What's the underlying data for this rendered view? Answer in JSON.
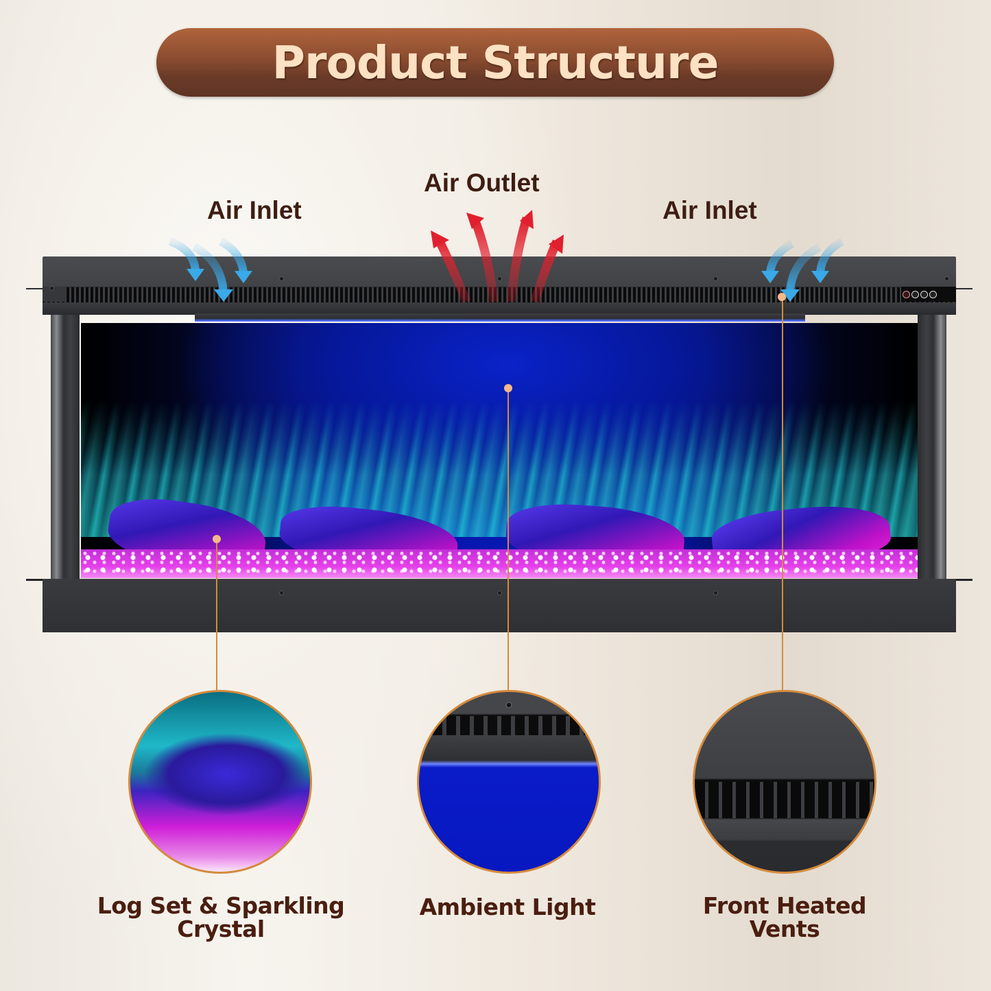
{
  "title": "Product Structure",
  "airflow": {
    "left_inlet_label": "Air Inlet",
    "outlet_label": "Air Outlet",
    "right_inlet_label": "Air Inlet",
    "inlet_arrow_color": "#3aa9e8",
    "outlet_arrow_color": "#e0202e"
  },
  "fireplace": {
    "frame_color": "#3b3c3f",
    "ambient_color": "#0718b0",
    "flame_color": "#28d8d8",
    "crystal_color": "#e540ea",
    "control_buttons": [
      "power",
      "flame",
      "heat",
      "menu"
    ]
  },
  "features": [
    {
      "label_line1": "Log Set & Sparkling",
      "label_line2": "Crystal",
      "icon": "log-set-closeup"
    },
    {
      "label_line1": "Ambient Light",
      "label_line2": "",
      "icon": "ambient-light-closeup"
    },
    {
      "label_line1": "Front Heated",
      "label_line2": "Vents",
      "icon": "front-vents-closeup"
    }
  ],
  "colors": {
    "title_pill": "#8a4c30",
    "title_text": "#fde1c3",
    "label_text": "#3e1d12",
    "callout": "#d48b3d"
  }
}
